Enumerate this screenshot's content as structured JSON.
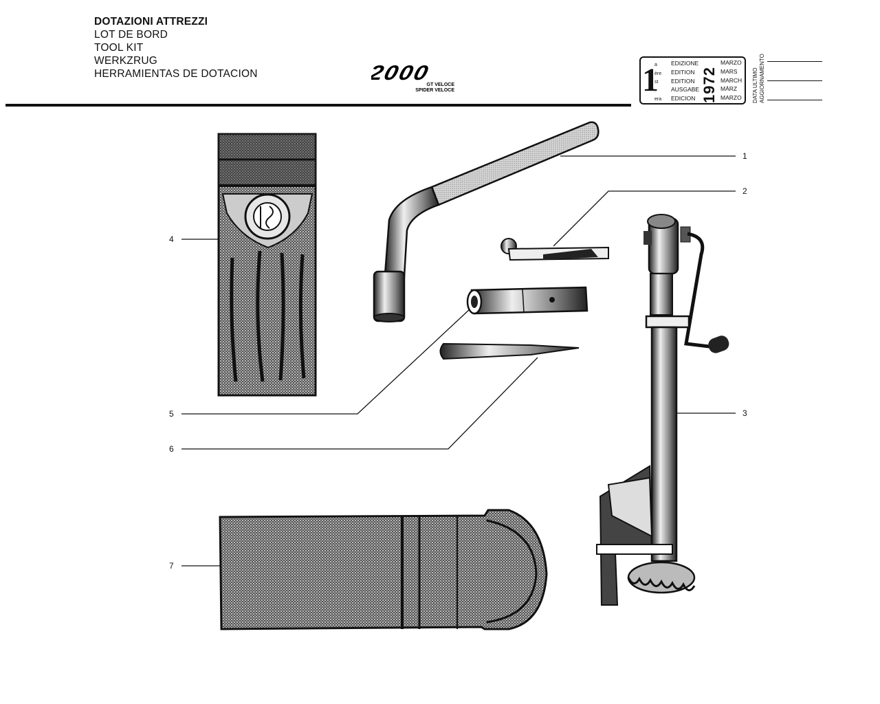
{
  "header": {
    "titles": [
      "DOTAZIONI ATTREZZI",
      "LOT DE BORD",
      "TOOL KIT",
      "WERKZRUG",
      "HERRAMIENTAS DE DOTACION"
    ],
    "logo": {
      "main": "2000",
      "line1": "GT VELOCE",
      "line2": "SPIDER VELOCE"
    }
  },
  "edition_box": {
    "number": "1",
    "suffixes": [
      "a",
      "ère",
      "st",
      ".",
      "era"
    ],
    "words": [
      "EDIZIONE",
      "EDITION",
      "EDITION",
      "AUSGABE",
      "EDICION"
    ],
    "year": "1972",
    "months": [
      "MARZO",
      "MARS",
      "MARCH",
      "MÄRZ",
      "MARZO"
    ]
  },
  "update_label": [
    "DATA ULTIMO",
    "AGGIORNAMENTO"
  ],
  "callouts": [
    "1",
    "2",
    "3",
    "4",
    "5",
    "6",
    "7"
  ]
}
